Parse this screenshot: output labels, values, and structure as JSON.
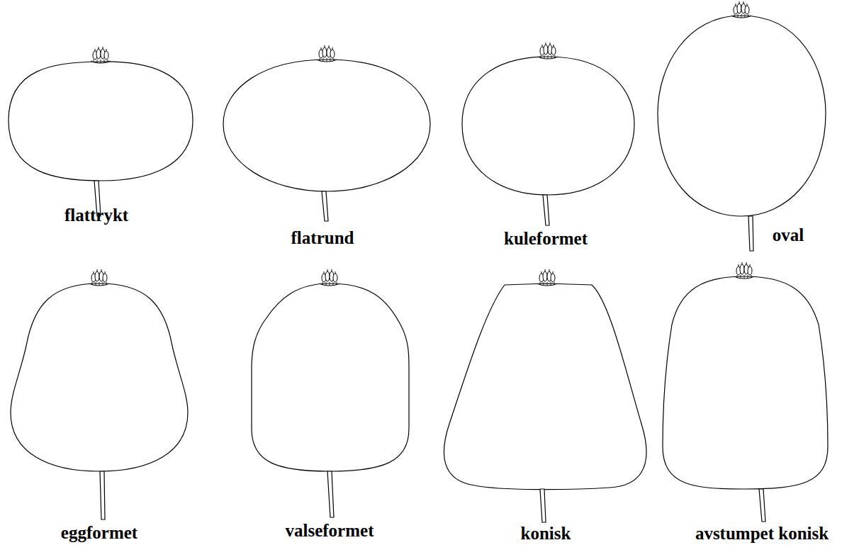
{
  "diagram": {
    "labels": [
      "flattrykt",
      "flatrund",
      "kuleformet",
      "oval",
      "eggformet",
      "valseformet",
      "konisk",
      "avstumpet konisk"
    ]
  }
}
